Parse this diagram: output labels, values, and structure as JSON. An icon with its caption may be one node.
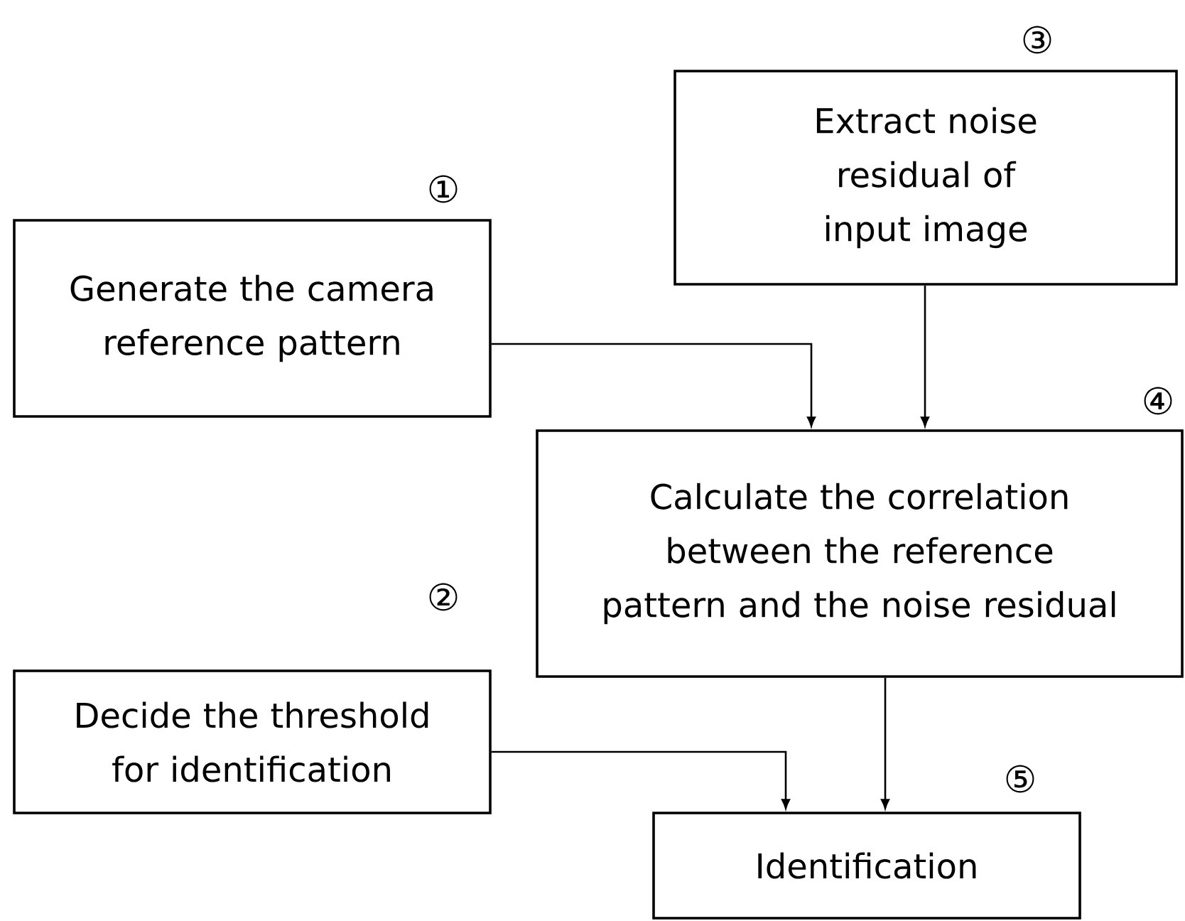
{
  "diagram": {
    "nodes": [
      {
        "text": [
          "Extract noise residual of input image"
        ],
        "beside": [
          "③"
        ]
      },
      {
        "text": [
          "Generate the camera reference pattern"
        ],
        "beside": [
          "①"
        ]
      },
      {
        "text": [
          "Calculate the correlation between the reference pattern and the noise residual"
        ],
        "beside": [
          "④"
        ]
      },
      {
        "text": [
          "Decide the threshold for identification"
        ],
        "beside": [
          "②"
        ]
      },
      {
        "text": [
          "Identification"
        ],
        "beside": [
          "⑤"
        ]
      }
    ],
    "edges": [
      {
        "from": 1,
        "to": 2,
        "arrow": "to"
      },
      {
        "from": 0,
        "to": 2,
        "arrow": "to"
      },
      {
        "from": 3,
        "to": 4,
        "arrow": "to"
      },
      {
        "from": 2,
        "to": 4,
        "arrow": "to"
      }
    ]
  }
}
